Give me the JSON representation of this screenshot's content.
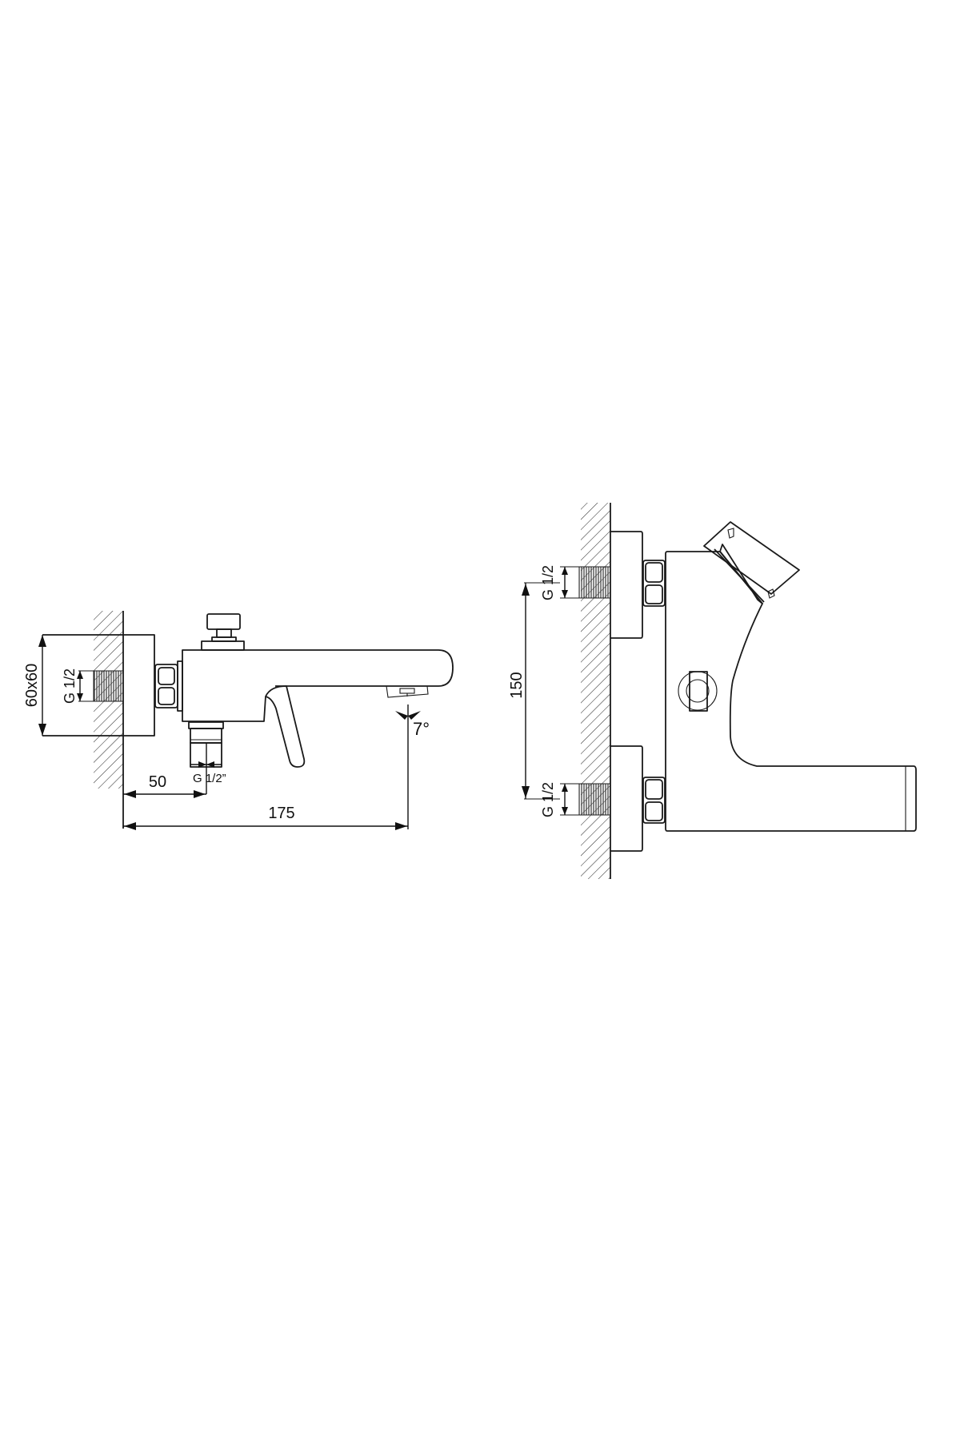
{
  "drawing": {
    "type": "technical-dimension-drawing",
    "subject": "wall-mounted bath mixer",
    "views": {
      "side_view": {
        "labels": {
          "rosette_size": "60x60",
          "wall_thread": "G 1/2",
          "outlet_thread": "G 1/2”",
          "outlet_offset": "50",
          "projection": "175",
          "spout_angle": "7°"
        }
      },
      "front_view": {
        "labels": {
          "upper_thread": "G 1/2",
          "lower_thread": "G 1/2",
          "inlet_spacing": "150"
        }
      }
    },
    "colors": {
      "line": "#1a1a1a",
      "background": "#ffffff"
    }
  }
}
